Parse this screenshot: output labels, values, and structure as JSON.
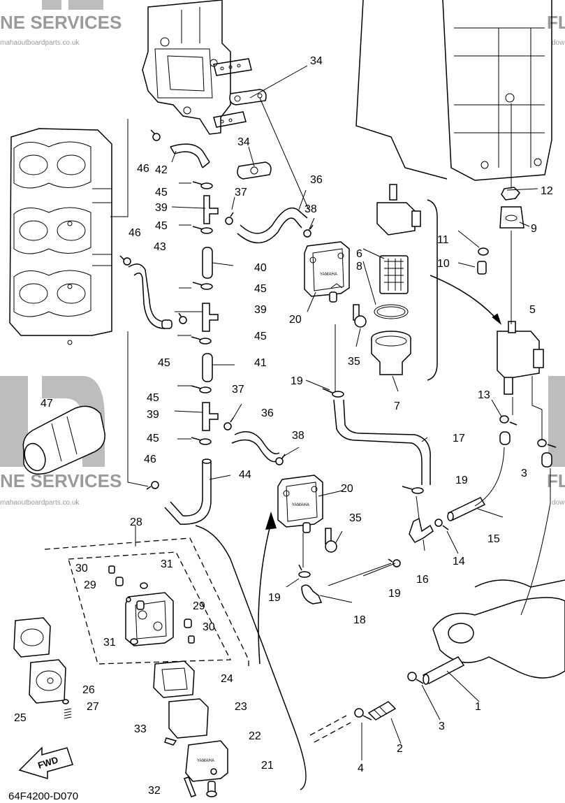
{
  "watermark": {
    "brand_top_left": "NE SERVICES",
    "url_top_left": "mahaoutboardparts.co.uk",
    "brand_mid_left": "NE SERVICES",
    "url_mid_left": "mahaoutboardparts.co.uk",
    "brand_top_right": "FL",
    "url_top_right": "dow",
    "brand_mid_right": "FL",
    "url_mid_right": "dow"
  },
  "diagram_code": "64F4200-D070",
  "fwd_label": "FWD",
  "part_stamp": "YAMAHA",
  "callouts": [
    "1",
    "2",
    "3",
    "3",
    "4",
    "5",
    "6",
    "7",
    "8",
    "9",
    "10",
    "11",
    "12",
    "13",
    "14",
    "15",
    "16",
    "17",
    "18",
    "19",
    "19",
    "19",
    "19",
    "20",
    "20",
    "21",
    "22",
    "23",
    "24",
    "25",
    "26",
    "27",
    "28",
    "29",
    "29",
    "30",
    "30",
    "31",
    "31",
    "32",
    "33",
    "34",
    "34",
    "35",
    "35",
    "36",
    "36",
    "37",
    "37",
    "38",
    "38",
    "39",
    "39",
    "39",
    "40",
    "41",
    "42",
    "43",
    "44",
    "45",
    "45",
    "45",
    "45",
    "45",
    "45",
    "45",
    "46",
    "46",
    "46",
    "47"
  ]
}
